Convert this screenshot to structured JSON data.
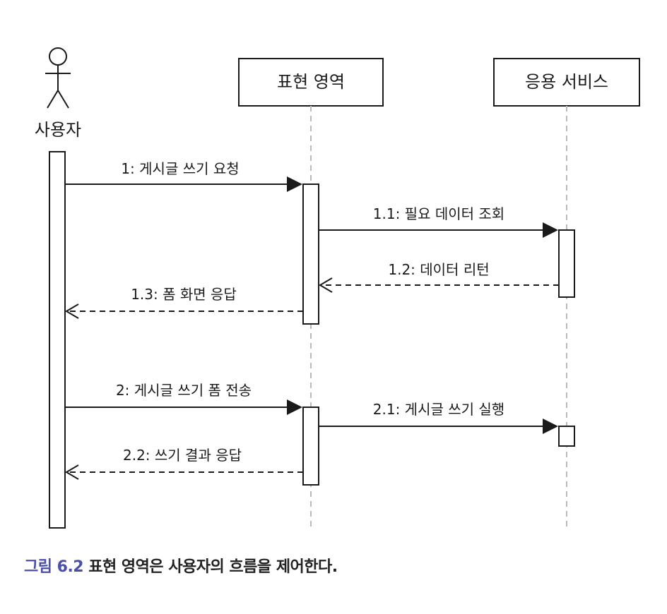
{
  "participants": {
    "actor": "사용자",
    "presentation": "표현 영역",
    "service": "응용 서비스"
  },
  "messages": [
    {
      "label": "1: 게시글 쓰기 요청",
      "type": "call"
    },
    {
      "label": "1.1: 필요 데이터 조회",
      "type": "call"
    },
    {
      "label": "1.2: 데이터 리턴",
      "type": "return"
    },
    {
      "label": "1.3: 폼 화면 응답",
      "type": "return"
    },
    {
      "label": "2: 게시글 쓰기 폼 전송",
      "type": "call"
    },
    {
      "label": "2.1: 게시글 쓰기 실행",
      "type": "call"
    },
    {
      "label": "2.2: 쓰기 결과 응답",
      "type": "return"
    }
  ],
  "caption": {
    "number": "그림 6.2",
    "text": "표현 영역은 사용자의 흐름을 제어한다."
  },
  "colors": {
    "line": "#1a1a1a",
    "lifeline": "#bbbbbb",
    "caption_number": "#4a4fa8"
  }
}
